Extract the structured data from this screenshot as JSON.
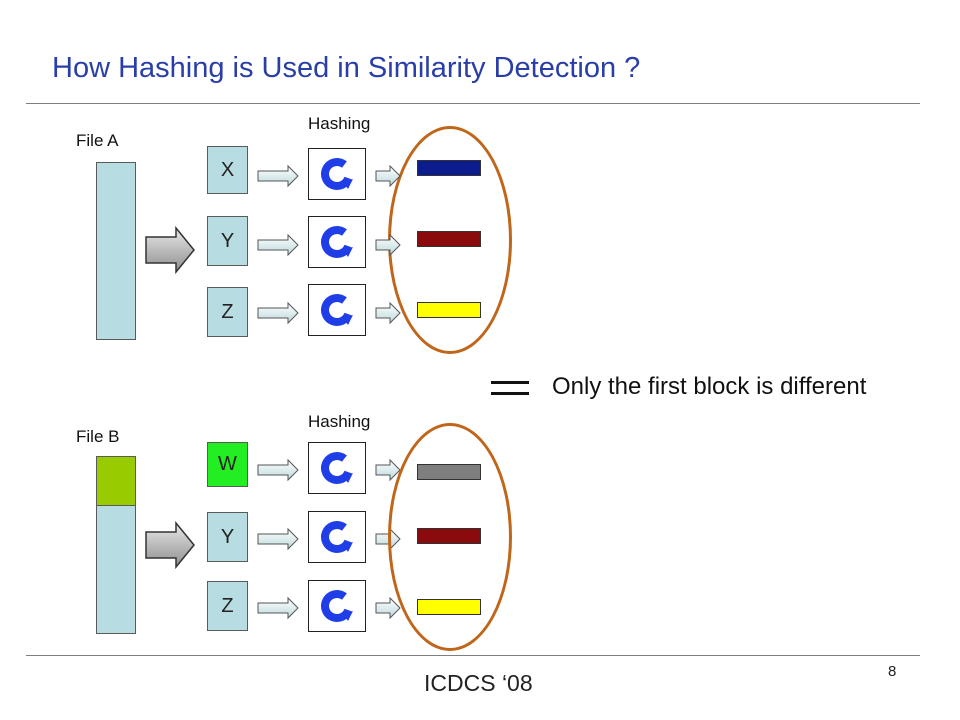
{
  "slide": {
    "title": "How Hashing is Used in Similarity Detection ?",
    "note": "Only the first block is different",
    "footer": "ICDCS ‘08",
    "page_number": "8"
  },
  "top": {
    "file_label": "File A",
    "hashing_label": "Hashing",
    "blocks": [
      "X",
      "Y",
      "Z"
    ],
    "hash_colors": [
      "#0c1c8c",
      "#8a0b0b",
      "#ffff00"
    ]
  },
  "bottom": {
    "file_label": "File B",
    "hashing_label": "Hashing",
    "blocks": [
      "W",
      "Y",
      "Z"
    ],
    "changed_block_color": "#22ee22",
    "hash_colors": [
      "#7f7f7f",
      "#8a0b0b",
      "#ffff00"
    ]
  },
  "colors": {
    "title": "#2a3ea8",
    "file_body": "#b7dde2",
    "file_changed_segment": "#99cc00",
    "oval": "#c0661b",
    "hash_icon": "#1f3ee8"
  },
  "icons": {
    "hash_function": "circular-arrow-icon",
    "arrow": "right-arrow-icon",
    "equality": "equals-sign-icon"
  }
}
